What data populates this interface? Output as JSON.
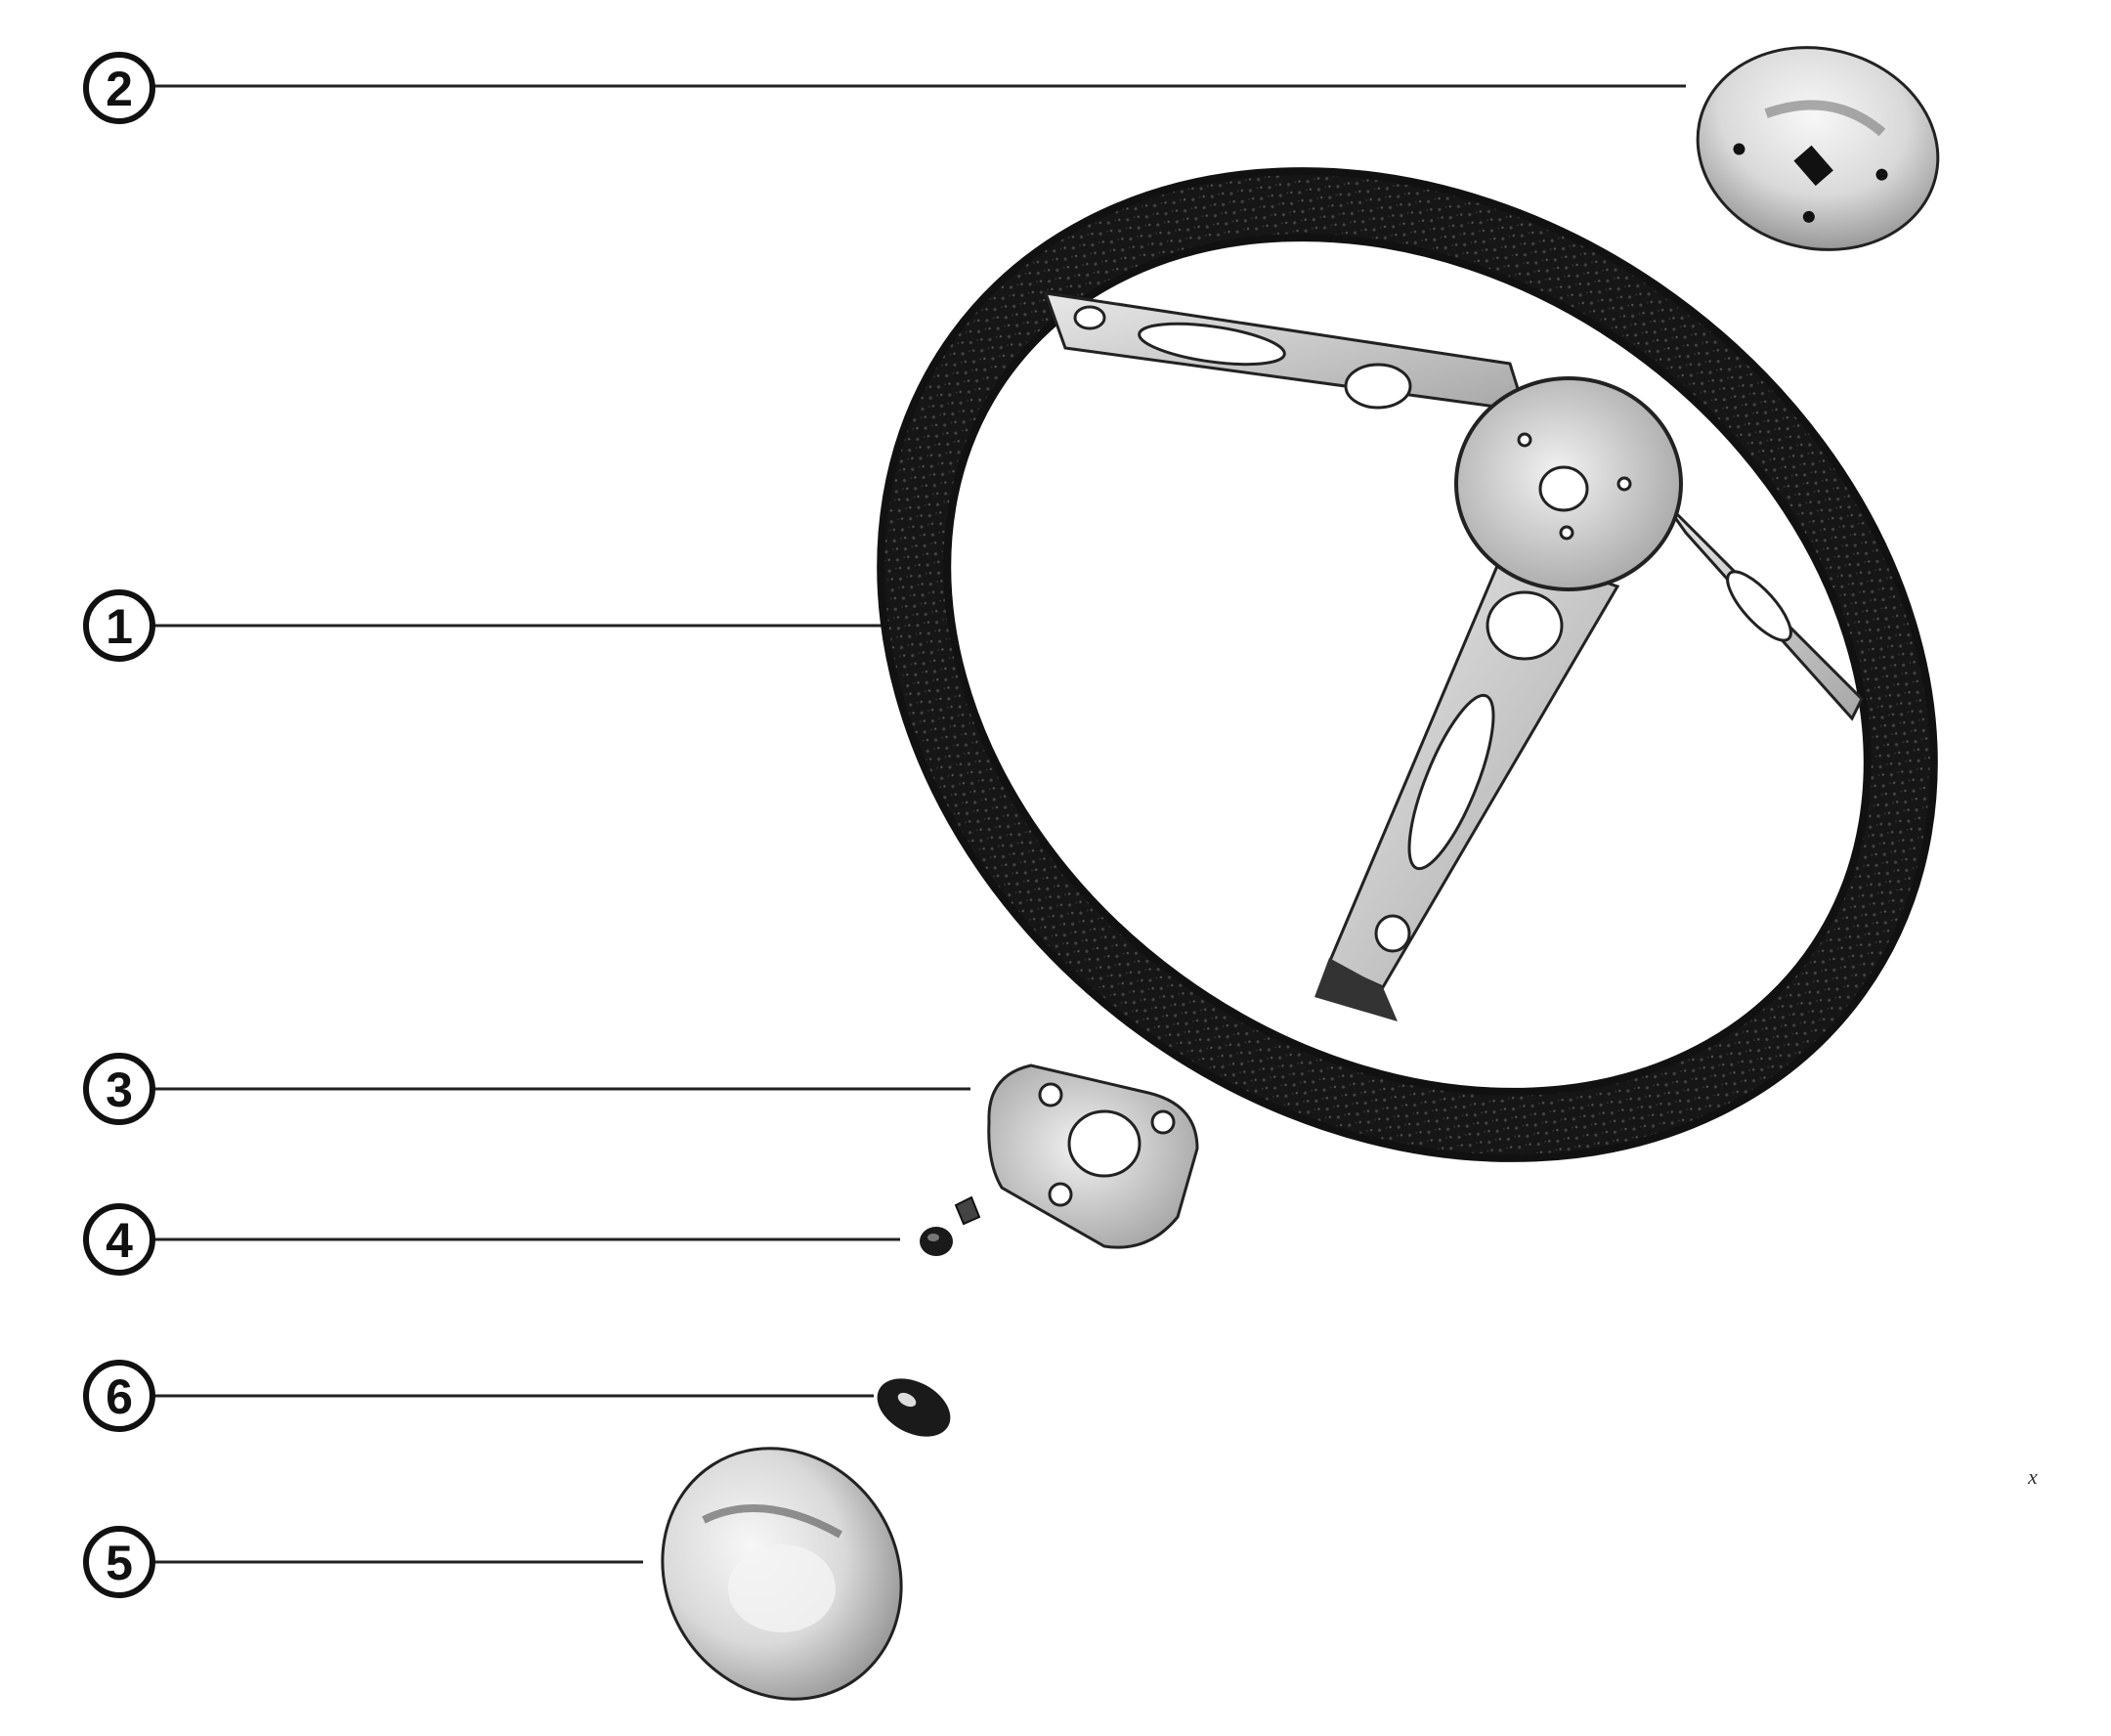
{
  "callouts": [
    {
      "id": "2",
      "label": "2"
    },
    {
      "id": "1",
      "label": "1"
    },
    {
      "id": "3",
      "label": "3"
    },
    {
      "id": "4",
      "label": "4"
    },
    {
      "id": "6",
      "label": "6"
    },
    {
      "id": "5",
      "label": "5"
    }
  ],
  "stray_mark": "x"
}
